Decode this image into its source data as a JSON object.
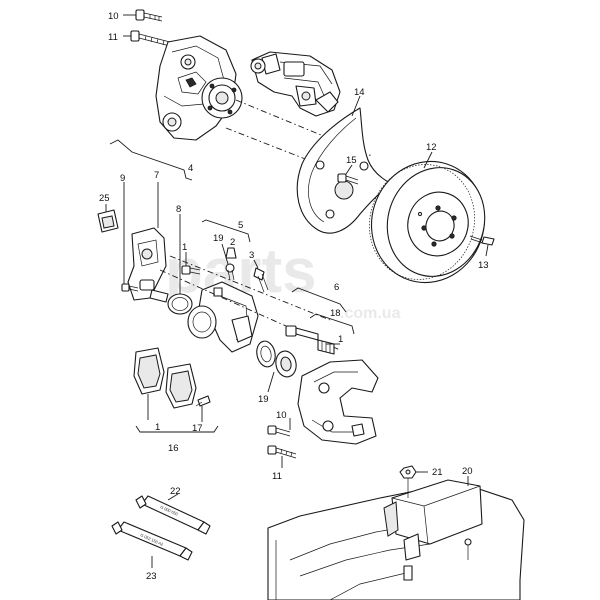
{
  "watermark": {
    "brand": "parts",
    "domain": ".com.ua"
  },
  "callouts": [
    {
      "id": "c10a",
      "text": "10"
    },
    {
      "id": "c11a",
      "text": "11"
    },
    {
      "id": "c14",
      "text": "14"
    },
    {
      "id": "c15",
      "text": "15"
    },
    {
      "id": "c12",
      "text": "12"
    },
    {
      "id": "c13",
      "text": "13"
    },
    {
      "id": "c4",
      "text": "4"
    },
    {
      "id": "c9",
      "text": "9"
    },
    {
      "id": "c7",
      "text": "7"
    },
    {
      "id": "c8",
      "text": "8"
    },
    {
      "id": "c25",
      "text": "25"
    },
    {
      "id": "c5",
      "text": "5"
    },
    {
      "id": "c19a",
      "text": "19"
    },
    {
      "id": "c2",
      "text": "2"
    },
    {
      "id": "c3",
      "text": "3"
    },
    {
      "id": "c1a",
      "text": "1"
    },
    {
      "id": "c6",
      "text": "6"
    },
    {
      "id": "c18",
      "text": "18"
    },
    {
      "id": "c1b",
      "text": "1"
    },
    {
      "id": "c19b",
      "text": "19"
    },
    {
      "id": "c10b",
      "text": "10"
    },
    {
      "id": "c11b",
      "text": "11"
    },
    {
      "id": "c1c",
      "text": "1"
    },
    {
      "id": "c17",
      "text": "17"
    },
    {
      "id": "c16",
      "text": "16"
    },
    {
      "id": "c21",
      "text": "21"
    },
    {
      "id": "c20",
      "text": "20"
    },
    {
      "id": "c22",
      "text": "22"
    },
    {
      "id": "c23",
      "text": "23"
    }
  ],
  "tube_labels": {
    "tube_22": "G 000 650",
    "tube_23": "G 052 150 A2"
  }
}
